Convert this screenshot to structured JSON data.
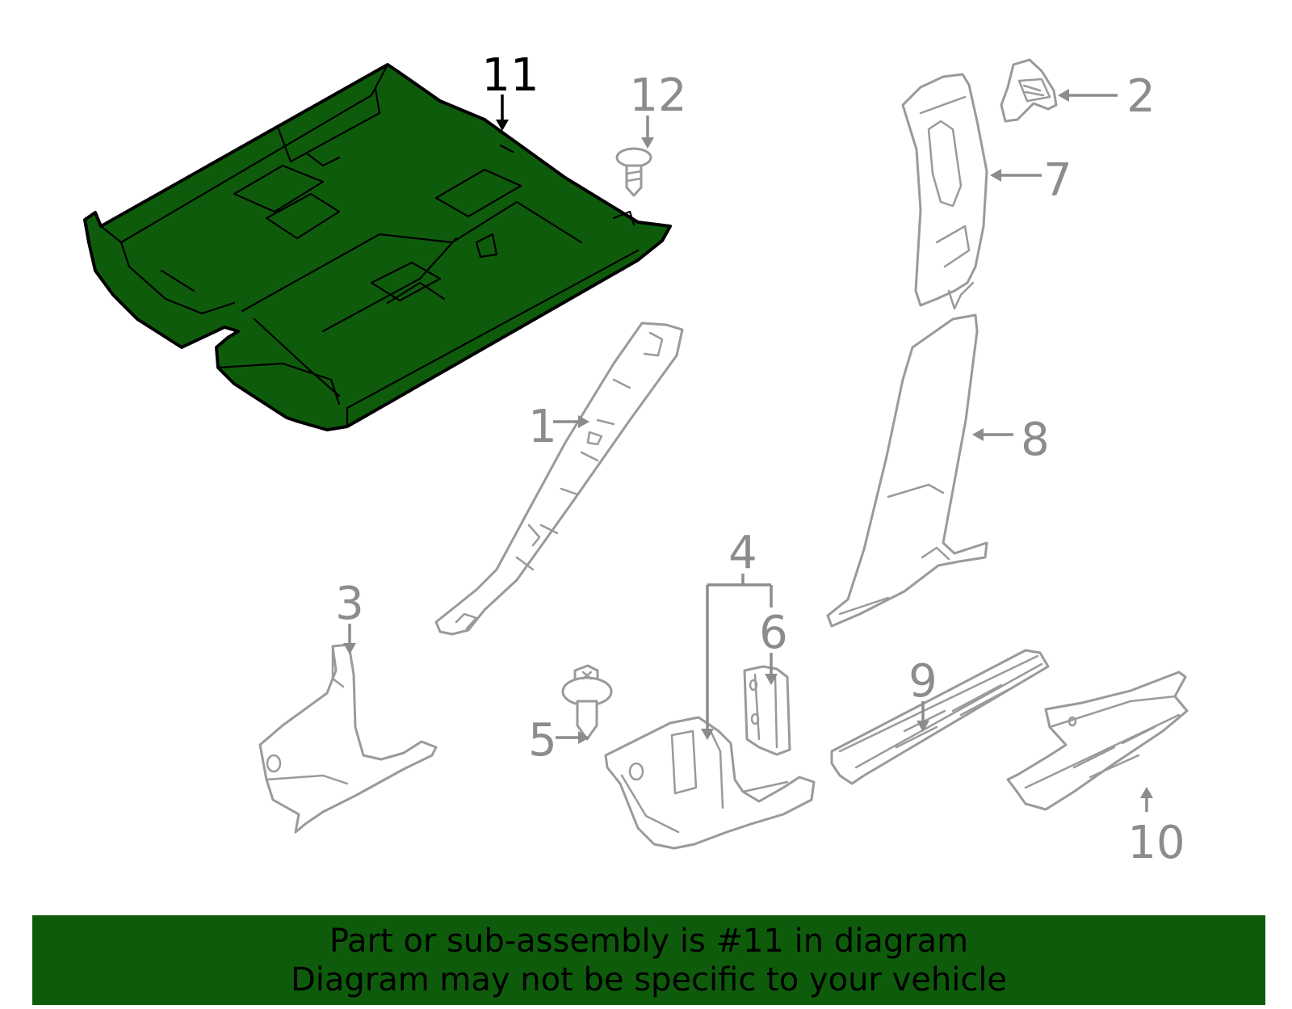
{
  "diagram": {
    "highlight_color": "#0e5c0b",
    "callouts": [
      {
        "id": "1",
        "label": "1",
        "highlighted": false
      },
      {
        "id": "2",
        "label": "2",
        "highlighted": false
      },
      {
        "id": "3",
        "label": "3",
        "highlighted": false
      },
      {
        "id": "4",
        "label": "4",
        "highlighted": false
      },
      {
        "id": "5",
        "label": "5",
        "highlighted": false
      },
      {
        "id": "6",
        "label": "6",
        "highlighted": false
      },
      {
        "id": "7",
        "label": "7",
        "highlighted": false
      },
      {
        "id": "8",
        "label": "8",
        "highlighted": false
      },
      {
        "id": "9",
        "label": "9",
        "highlighted": false
      },
      {
        "id": "10",
        "label": "10",
        "highlighted": false
      },
      {
        "id": "11",
        "label": "11",
        "highlighted": true
      },
      {
        "id": "12",
        "label": "12",
        "highlighted": false
      }
    ]
  },
  "banner": {
    "line1": "Part or sub-assembly is #11 in diagram",
    "line2": "Diagram may not be specific to your vehicle",
    "background": "#0e5c0b"
  }
}
